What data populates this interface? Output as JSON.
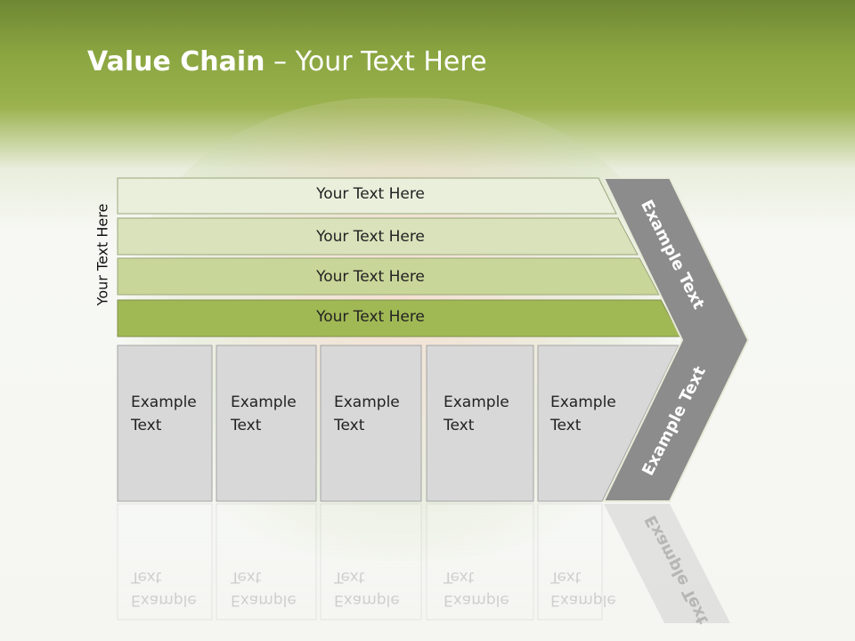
{
  "slide": {
    "title_bold": "Value Chain",
    "title_rest": " – Your Text Here",
    "side_label": "Your Text Here"
  },
  "support_bars": [
    "Your Text Here",
    "Your Text Here",
    "Your Text Here",
    "Your Text Here"
  ],
  "primary_cells": [
    {
      "line1": "Example",
      "line2": "Text"
    },
    {
      "line1": "Example",
      "line2": "Text"
    },
    {
      "line1": "Example",
      "line2": "Text"
    },
    {
      "line1": "Example",
      "line2": "Text"
    },
    {
      "line1": "Example",
      "line2": "Text"
    }
  ],
  "chevron": {
    "upper": "Example Text",
    "lower": "Example Text"
  },
  "colors": {
    "header": "#8aa540",
    "bar_darkest": "#a1b955",
    "cell_fill": "#d8d8d8",
    "chevron": "#8c8c8c"
  }
}
